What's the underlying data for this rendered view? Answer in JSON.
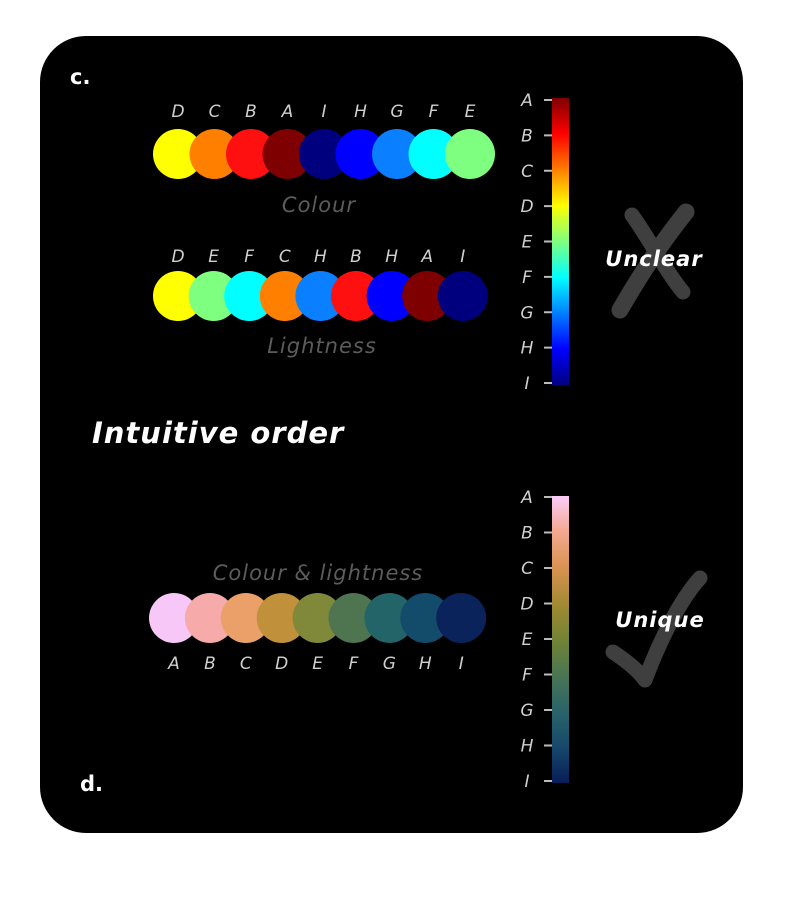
{
  "panel_labels": {
    "top": "c.",
    "bottom": "d."
  },
  "heading": "Intuitive order",
  "rows": {
    "colour": {
      "title": "Colour",
      "labels": [
        "D",
        "C",
        "B",
        "A",
        "I",
        "H",
        "G",
        "F",
        "E"
      ],
      "colors": [
        "#ffff00",
        "#ff7f00",
        "#ff1010",
        "#7f0000",
        "#00007f",
        "#0000ff",
        "#0a7fff",
        "#00ffff",
        "#7fff7f"
      ]
    },
    "lightness": {
      "title": "Lightness",
      "labels": [
        "D",
        "E",
        "F",
        "C",
        "H",
        "B",
        "H",
        "A",
        "I"
      ],
      "colors": [
        "#ffff00",
        "#7fff7f",
        "#00ffff",
        "#ff7f00",
        "#0a7fff",
        "#ff1010",
        "#0000ff",
        "#7f0000",
        "#00007f"
      ]
    },
    "combined": {
      "title": "Colour & lightness",
      "labels": [
        "A",
        "B",
        "C",
        "D",
        "E",
        "F",
        "G",
        "H",
        "I"
      ],
      "colors": [
        "#f7c8f7",
        "#f6aaaa",
        "#eba06a",
        "#c0903a",
        "#80883a",
        "#4e7450",
        "#226468",
        "#134b6a",
        "#0a235a"
      ]
    }
  },
  "scales": {
    "jet": {
      "labels": [
        "A",
        "B",
        "C",
        "D",
        "E",
        "F",
        "G",
        "H",
        "I"
      ],
      "stops": [
        "#7f0000",
        "#ff0000",
        "#ff7f00",
        "#ffff00",
        "#7fff7f",
        "#00ffff",
        "#007fff",
        "#0000ff",
        "#00007f"
      ],
      "verdict": "Unclear",
      "verdict_icon": "cross-icon"
    },
    "batlow": {
      "labels": [
        "A",
        "B",
        "C",
        "D",
        "E",
        "F",
        "G",
        "H",
        "I"
      ],
      "stops": [
        "#fbccf9",
        "#f4a98f",
        "#d99250",
        "#a38a33",
        "#738434",
        "#4a7653",
        "#2a646a",
        "#17496b",
        "#081d58"
      ],
      "verdict": "Unique",
      "verdict_icon": "check-icon"
    }
  }
}
